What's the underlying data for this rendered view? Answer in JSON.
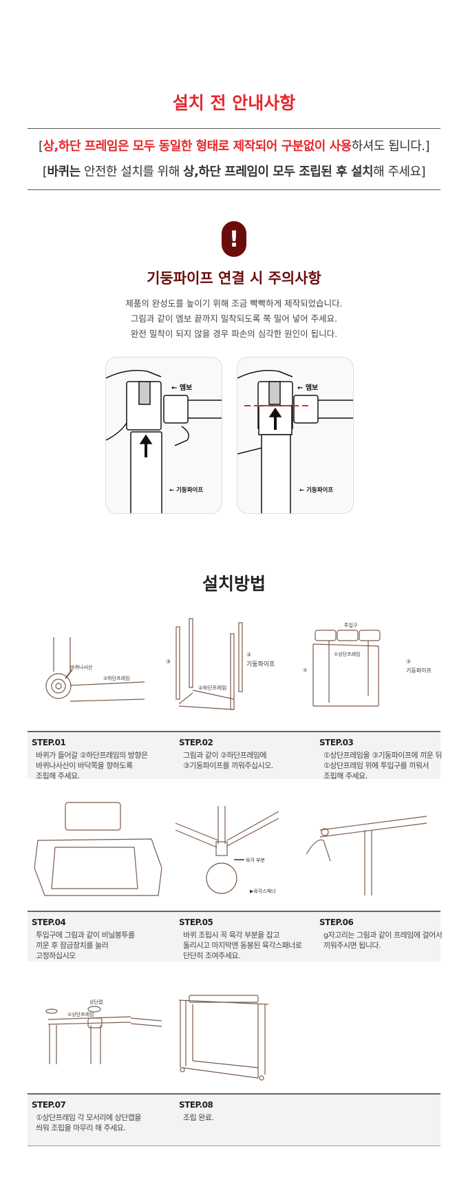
{
  "notice": {
    "title": "설치 전 안내사항",
    "line1": {
      "open": "[",
      "red": "상,하단 프레임은 모두 동일한 형태로 제작되어 구분없이 사용",
      "rest": "하셔도 됩니다.]"
    },
    "line2": {
      "open": "[",
      "b1": "바퀴는",
      "t1": " 안전한 설치를 위해 ",
      "b2": "상,하단 프레임이 모두 조립된 후 설치",
      "t2": "해 주세요]"
    }
  },
  "caution": {
    "icon": "exclamation-icon",
    "mark": "!",
    "title": "기둥파이프 연결 시 주의사항",
    "lines": [
      "제품의 완성도를 높이기 위해 조금 빡빡하게 제작되었습니다.",
      "그림과 같이 엠보 끝까지 밀착되도록 쭉 밀어 넣어 주세요.",
      "완전 밀착이 되지 않을 경우 파손의 심각한 원인이 됩니다."
    ],
    "figure_labels": {
      "embo": "← 엠보",
      "pipe": "← 기둥파이프"
    }
  },
  "install": {
    "title": "설치방법",
    "figure_labels": {
      "wheel_screw": "바퀴나사산",
      "lower_frame": "②하단프레임",
      "num3": "③",
      "pillar_pipe": "기둥파이프",
      "inlet": "투입구",
      "upper_frame": "①상단프레임",
      "hex_part": "육각 부분",
      "hex_wrench": "▶육각스패너",
      "upper_cap": "상단캡"
    },
    "steps": [
      {
        "label": "STEP.01",
        "text": "바퀴가 들어갈 ②하단프레임의 방향은\n바퀴나사산이 바닥쪽을 향하도록\n조립해 주세요."
      },
      {
        "label": "STEP.02",
        "text": "그림과 같이 ②하단프레임에\n③기둥파이프를 끼워주십시오."
      },
      {
        "label": "STEP.03",
        "text": "①상단프레임을 ③기둥파이프에 끼운 뒤\n①상단프레임 위에 투입구를 끼워서\n조립해 주세요."
      },
      {
        "label": "STEP.04",
        "text": "투입구에 그림과 같이 비닐봉투를\n끼운 후 잠금장치를 눌러\n고정하십시오"
      },
      {
        "label": "STEP.05",
        "text": "바퀴 조립시 꼭 육각 부분을 잡고\n돌리시고 마지막엔 동봉된 육각스패너로\n단단히 조여주세요."
      },
      {
        "label": "STEP.06",
        "text": "g자고리는 그림과 같이 프레임에 걸어서\n끼워주시면 됩니다."
      },
      {
        "label": "STEP.07",
        "text": "①상단프레임 각 모서리에 상단캡을\n씌워 조립을 마무리 해 주세요."
      },
      {
        "label": "STEP.08",
        "text": "조립 완료."
      }
    ]
  },
  "colors": {
    "accent_red": "#e8262a",
    "dark_red": "#6b0b0b",
    "line_brown": "#7a5a48"
  }
}
